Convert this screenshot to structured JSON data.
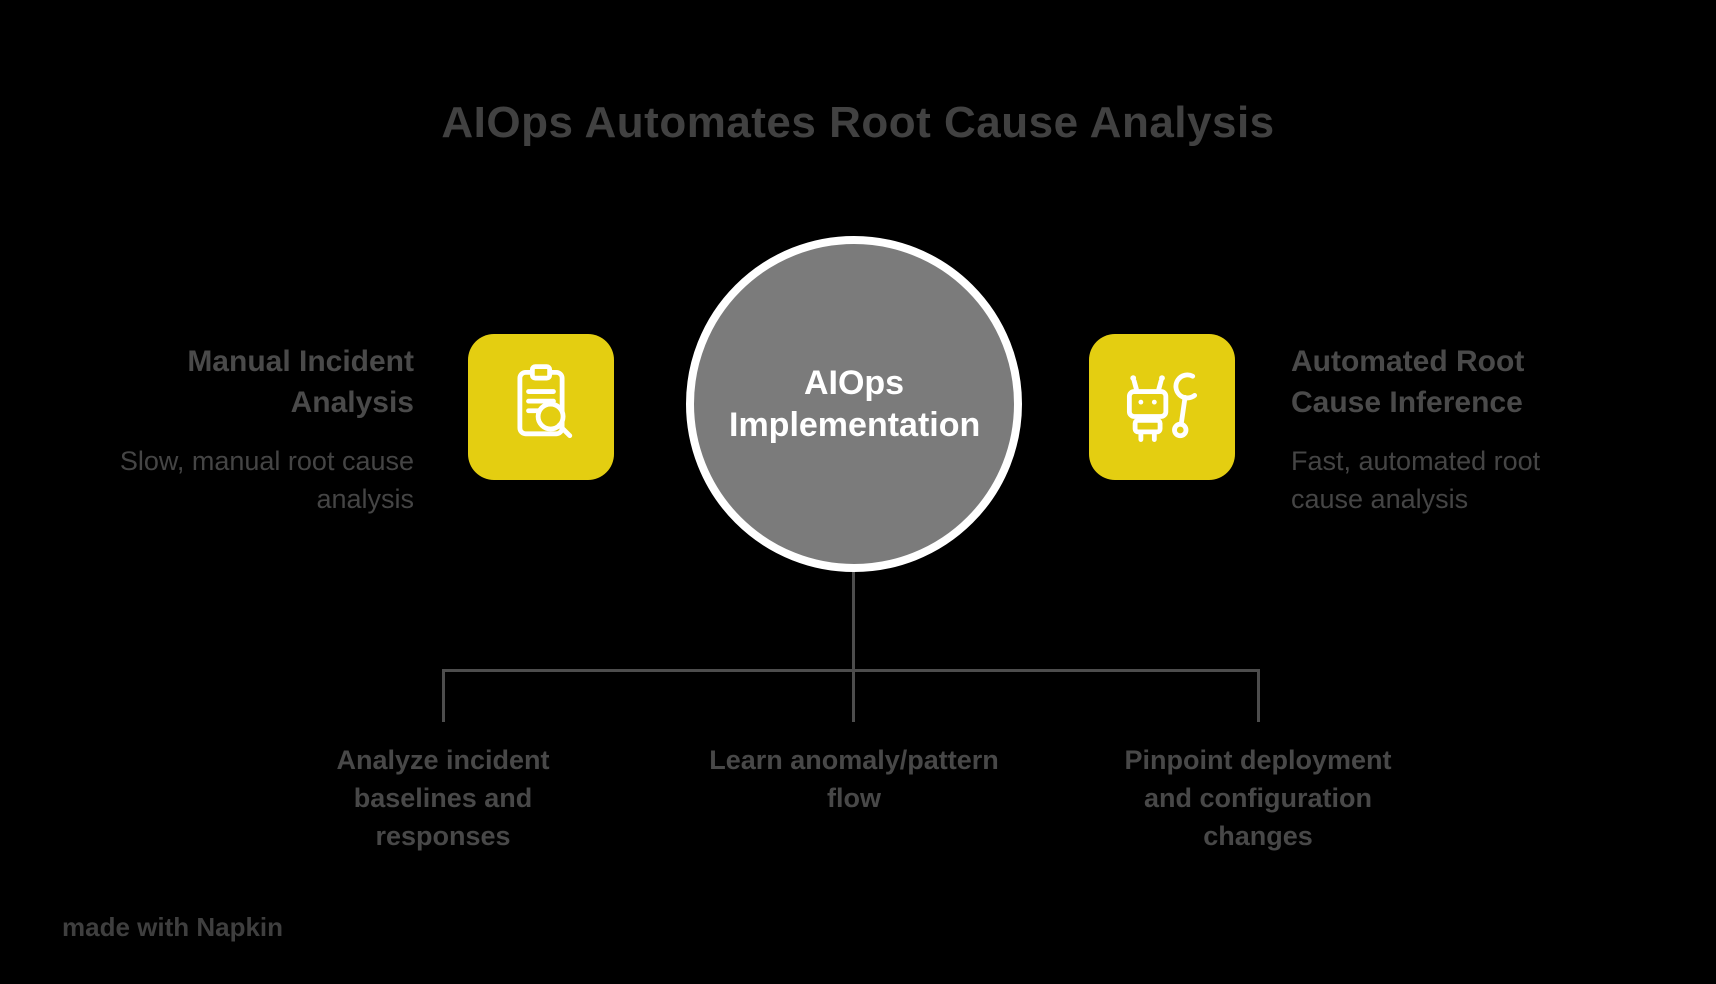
{
  "title": "AIOps Automates Root Cause Analysis",
  "center_node": {
    "label": "AIOps Implementation"
  },
  "left_item": {
    "icon": "clipboard-search-icon",
    "heading": "Manual Incident Analysis",
    "description": "Slow, manual root cause analysis"
  },
  "right_item": {
    "icon": "robot-wrench-icon",
    "heading": "Automated Root Cause Inference",
    "description": "Fast, automated root cause analysis"
  },
  "branches": [
    {
      "label": "Analyze incident baselines and responses"
    },
    {
      "label": "Learn anomaly/pattern flow"
    },
    {
      "label": "Pinpoint deployment and configuration changes"
    }
  ],
  "watermark": "made with Napkin",
  "colors": {
    "background": "#000000",
    "accent_yellow": "#e4ce11",
    "circle_gray": "#7b7b7b",
    "circle_ring": "#ffffff",
    "dim_text": "#454545",
    "line_gray": "#4d4d4d"
  }
}
